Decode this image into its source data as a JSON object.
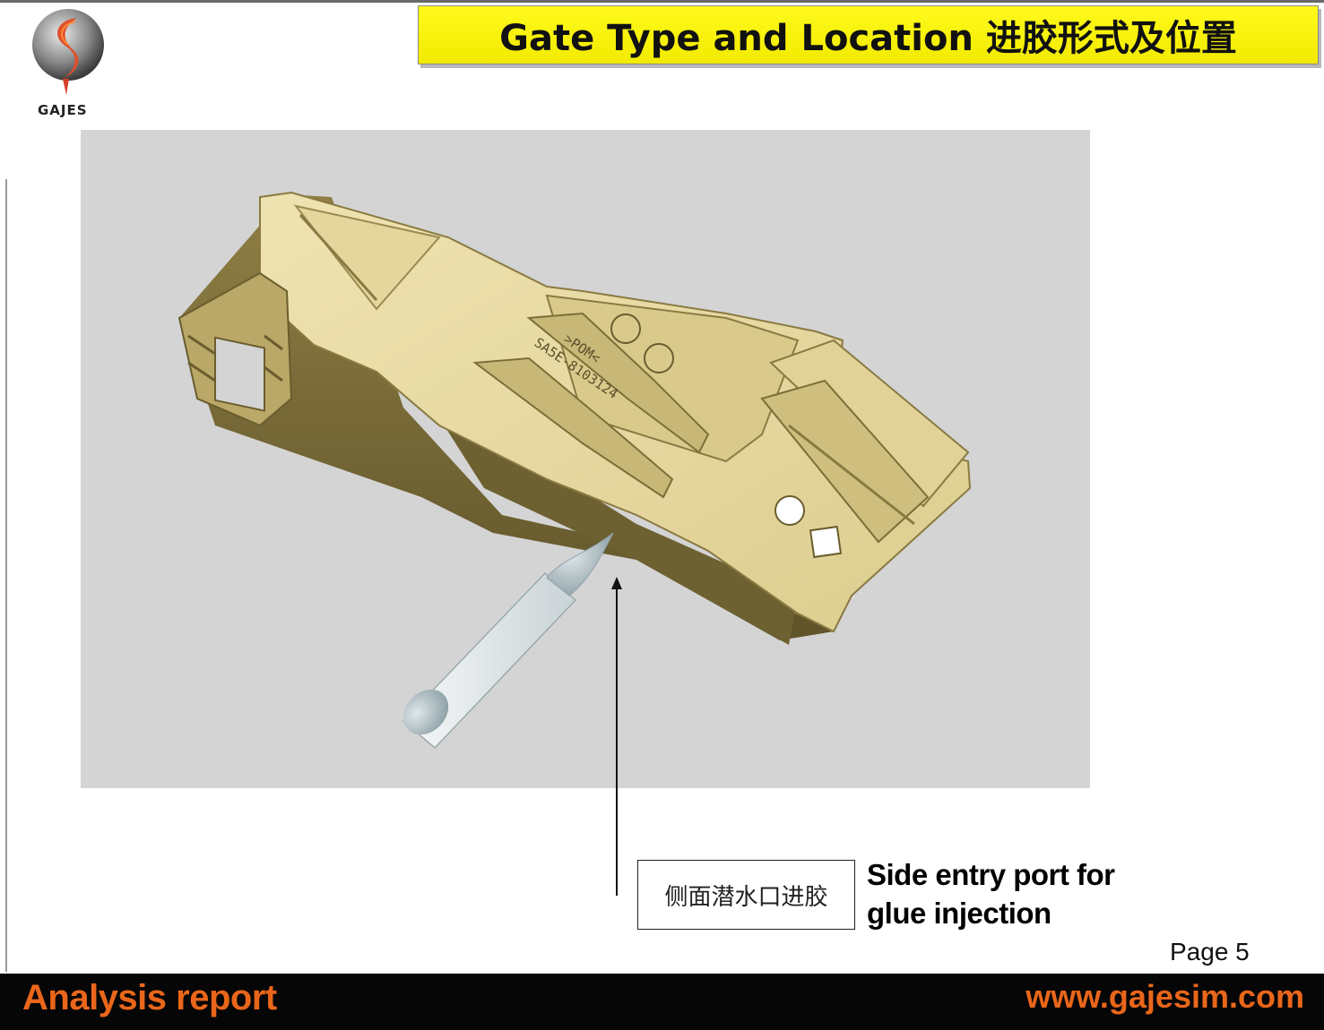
{
  "header": {
    "title": "Gate Type and Location  进胶形式及位置",
    "logo_text": "GAJES",
    "logo_icon": "gajes-s-logo-icon"
  },
  "figure": {
    "part_label_line1": "SA5E-8103124",
    "part_label_line2": ">POM<",
    "part_color": "#e6d9a3",
    "background_color": "#d4d4d4"
  },
  "callout": {
    "cn_label": "侧面潜水口进胶",
    "en_label_line1": "Side entry port for",
    "en_label_line2": "glue injection"
  },
  "page": {
    "number_label": "Page 5"
  },
  "footer": {
    "left_text": "Analysis report",
    "right_text": "www.gajesim.com",
    "accent_color": "#e9661a"
  }
}
